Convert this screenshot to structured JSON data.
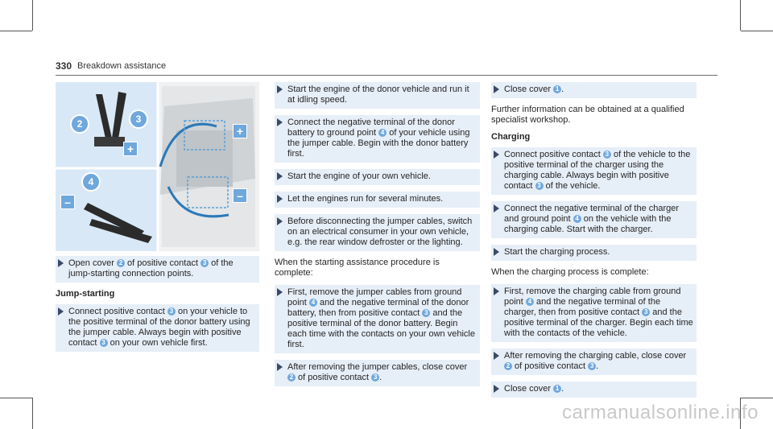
{
  "header": {
    "page_number": "330",
    "title": "Breakdown assistance"
  },
  "figure": {
    "callouts": [
      "2",
      "3",
      "4"
    ],
    "plus_symbol": "+",
    "minus_symbol": "–"
  },
  "col1": {
    "items_top": [
      {
        "parts": [
          "Open cover ",
          "2",
          " of positive contact ",
          "3",
          " of the jump-starting connection points."
        ]
      }
    ],
    "heading": "Jump-starting",
    "items": [
      {
        "parts": [
          "Connect positive contact ",
          "3",
          " on your vehicle to the positive terminal of the donor battery using the jumper cable. Always begin with positive contact ",
          "3",
          " on your own vehicle first."
        ]
      }
    ]
  },
  "col2": {
    "items": [
      {
        "parts": [
          "Start the engine of the donor vehicle and run it at idling speed."
        ]
      },
      {
        "parts": [
          "Connect the negative terminal of the donor battery to ground point ",
          "4",
          " of your vehicle using the jumper cable. Begin with the donor battery first."
        ]
      },
      {
        "parts": [
          "Start the engine of your own vehicle."
        ]
      },
      {
        "parts": [
          "Let the engines run for several minutes."
        ]
      },
      {
        "parts": [
          "Before disconnecting the jumper cables, switch on an electrical consumer in your own vehicle, e.g. the rear window defroster or the lighting."
        ]
      }
    ],
    "para": "When the starting assistance procedure is complete:",
    "items2": [
      {
        "parts": [
          "First, remove the jumper cables from ground point ",
          "4",
          " and the negative terminal of the donor battery, then from positive contact ",
          "3",
          " and the positive terminal of the donor battery. Begin each time with the contacts on your own vehicle first."
        ]
      },
      {
        "parts": [
          "After removing the jumper cables, close cover ",
          "2",
          " of positive contact ",
          "3",
          "."
        ]
      }
    ]
  },
  "col3": {
    "items": [
      {
        "parts": [
          "Close cover ",
          "1",
          "."
        ]
      }
    ],
    "para": "Further information can be obtained at a qualified specialist workshop.",
    "heading": "Charging",
    "items2": [
      {
        "parts": [
          "Connect positive contact ",
          "3",
          " of the vehicle to the positive terminal of the charger using the charging cable. Always begin with positive contact ",
          "3",
          " of the vehicle."
        ]
      },
      {
        "parts": [
          "Connect the negative terminal of the charger and ground point ",
          "4",
          " on the vehicle with the charging cable. Start with the charger."
        ]
      },
      {
        "parts": [
          "Start the charging process."
        ]
      }
    ],
    "para2": "When the charging process is complete:",
    "items3": [
      {
        "parts": [
          "First, remove the charging cable from ground point ",
          "4",
          " and the negative terminal of the charger, then from positive contact ",
          "3",
          " and the positive terminal of the charger. Begin each time with the contacts of the vehicle."
        ]
      },
      {
        "parts": [
          "After removing the charging cable, close cover ",
          "2",
          " of positive contact ",
          "3",
          "."
        ]
      },
      {
        "parts": [
          "Close cover ",
          "1",
          "."
        ]
      }
    ]
  },
  "watermark": "carmanualsonline.info",
  "colors": {
    "figure_bg": "#d9e8f6",
    "callout": "#6fa8dc",
    "rule": "#6d6d6d"
  }
}
